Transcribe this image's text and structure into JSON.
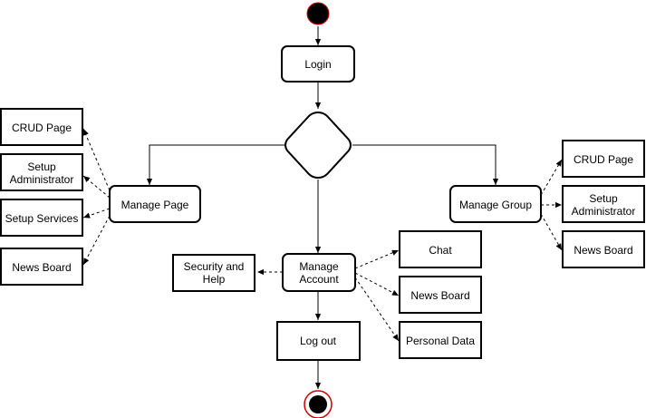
{
  "nodes": {
    "login": [
      "Login"
    ],
    "crud_left": [
      "CRUD Page"
    ],
    "setup_admin_left": [
      "Setup",
      "Administrator"
    ],
    "setup_services": [
      "Setup Services"
    ],
    "news_board_left": [
      "News Board"
    ],
    "manage_page": [
      "Manage Page"
    ],
    "security_help": [
      "Security and",
      "Help"
    ],
    "manage_account": [
      "Manage",
      "Account"
    ],
    "chat": [
      "Chat"
    ],
    "news_board_mid": [
      "News Board"
    ],
    "personal_data": [
      "Personal Data"
    ],
    "log_out": [
      "Log out"
    ],
    "manage_group": [
      "Manage Group"
    ],
    "crud_right": [
      "CRUD Page"
    ],
    "setup_admin_right": [
      "Setup",
      "Administrator"
    ],
    "news_board_right": [
      "News Board"
    ]
  },
  "colors": {
    "stroke": "#000000",
    "start_fill": "#000000",
    "start_border": "#cc0000",
    "end_fill": "#000000",
    "end_ring": "#cc0000",
    "node_fill": "#ffffff"
  }
}
